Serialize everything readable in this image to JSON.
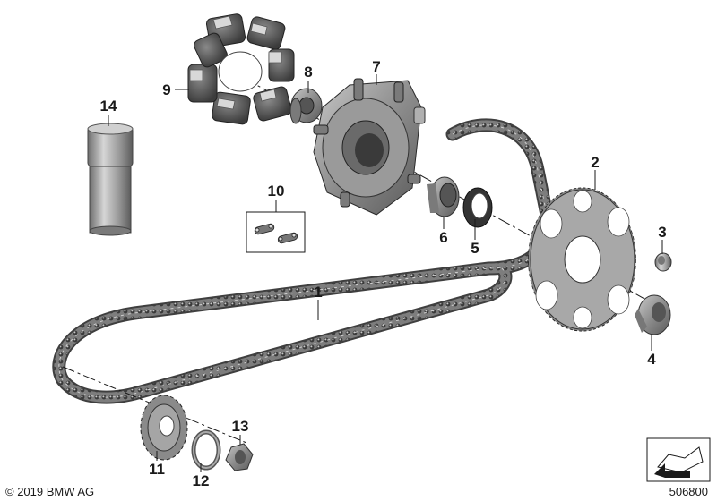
{
  "diagram": {
    "callouts": {
      "p1": "1",
      "p2": "2",
      "p3": "3",
      "p4": "4",
      "p5": "5",
      "p6": "6",
      "p7": "7",
      "p8": "8",
      "p9": "9",
      "p10": "10",
      "p11": "11",
      "p12": "12",
      "p13": "13",
      "p14": "14"
    },
    "copyright": "© 2019 BMW AG",
    "figure_number": "506800"
  },
  "colors": {
    "metal_dark": "#5e5e5e",
    "metal_mid": "#8a8a8a",
    "metal_light": "#b5b5b5",
    "rubber": "#4a4a4a",
    "ink": "#1a1a1a"
  }
}
